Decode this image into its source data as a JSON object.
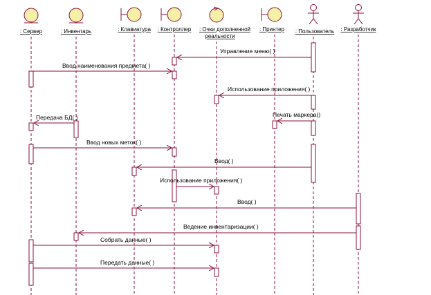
{
  "colors": {
    "line": "#8b0f3c",
    "entity_fill": "#f5f0a8",
    "background": "#ffffff"
  },
  "participants": [
    {
      "id": "server",
      "name": ": Сервер",
      "icon": "entity-icon"
    },
    {
      "id": "inventory",
      "name": ": Инвентарь",
      "icon": "entity-icon"
    },
    {
      "id": "keyboard",
      "name": ": Клавиатура",
      "icon": "boundary-icon"
    },
    {
      "id": "controller",
      "name": ": Контроллер",
      "icon": "boundary-icon"
    },
    {
      "id": "glasses",
      "name": ": Очки дополненной",
      "name2": "реальности",
      "icon": "control-icon"
    },
    {
      "id": "printer",
      "name": ": Принтер",
      "icon": "boundary-icon"
    },
    {
      "id": "user",
      "name": ": Пользователь",
      "icon": "actor-icon"
    },
    {
      "id": "developer",
      "name": ": Разработчик",
      "icon": "actor-icon"
    }
  ],
  "messages": [
    {
      "label": "Управление меню( )",
      "from": "user",
      "to": "controller"
    },
    {
      "label": "Ввод наименования предмета( )",
      "from": "server",
      "to": "controller"
    },
    {
      "label": "Использование приложения( )",
      "from": "user",
      "to": "glasses"
    },
    {
      "label": "Печать маркера()",
      "from": "user",
      "to": "printer"
    },
    {
      "label": "Передача БД( )",
      "from": "inventory",
      "to": "server"
    },
    {
      "label": "Ввод новых меток( )",
      "from": "server",
      "to": "controller"
    },
    {
      "label": "Ввод( )",
      "from": "user",
      "to": "keyboard"
    },
    {
      "label": "Использование приложения( )",
      "from": "controller",
      "to": "glasses"
    },
    {
      "label": "Ввод( )",
      "from": "developer",
      "to": "keyboard"
    },
    {
      "label": "Ведение инвентаризации( )",
      "from": "developer",
      "to": "inventory"
    },
    {
      "label": "Собрать данные( )",
      "from": "server",
      "to": "glasses"
    },
    {
      "label": "Передать данные( )",
      "from": "server",
      "to": "glasses"
    }
  ]
}
